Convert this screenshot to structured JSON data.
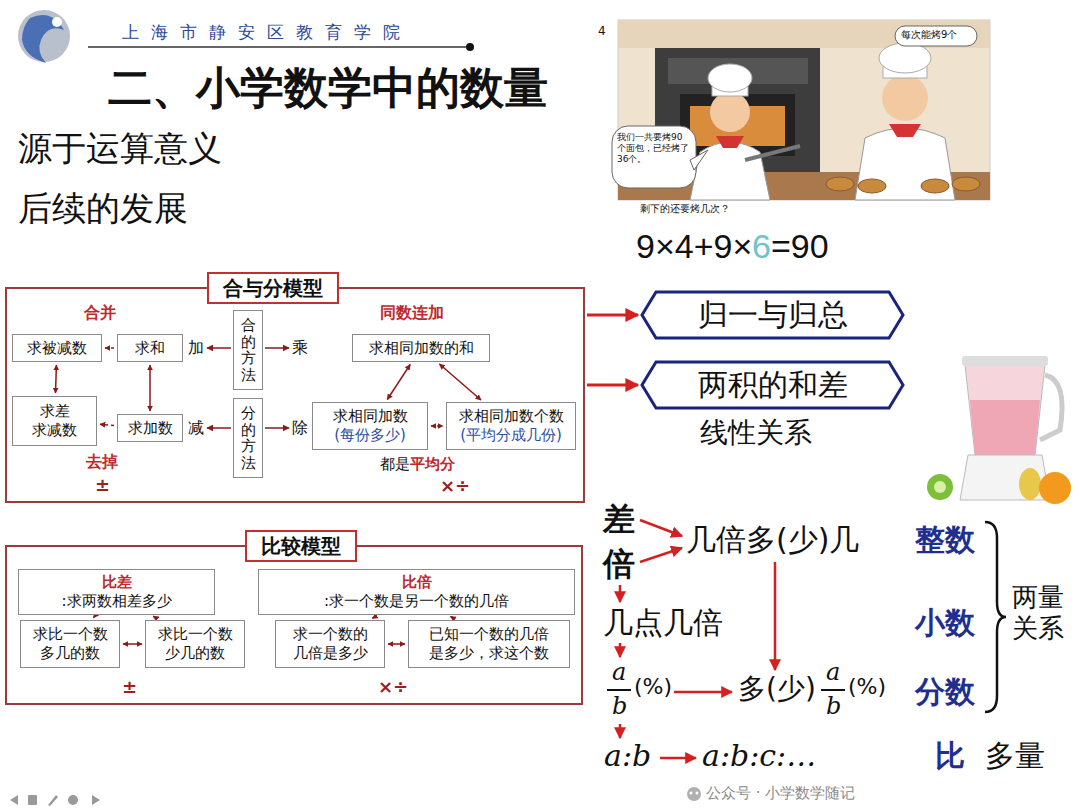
{
  "diagram": {
    "title": "二、小学数学中的数量",
    "nodes": [
      {
        "text": [
          "合与分模型"
        ]
      },
      {
        "text": [
          "求被减数"
        ],
        "in": 0
      },
      {
        "text": [
          "求和"
        ],
        "in": 0
      },
      {
        "text": [
          "合的方法"
        ],
        "in": 0
      },
      {
        "text": [
          "求相同加数的和"
        ],
        "in": 0
      },
      {
        "text": [
          "求差 求减数"
        ],
        "in": 0
      },
      {
        "text": [
          "求加数"
        ],
        "in": 0
      },
      {
        "text": [
          "分的方法"
        ],
        "in": 0
      },
      {
        "text": [
          "求相同加数",
          "(每份多少)"
        ],
        "in": 0
      },
      {
        "text": [
          "求相同加数个数",
          "(平均分成几份)"
        ],
        "in": 0
      },
      {
        "text": [
          "归一与归总"
        ]
      },
      {
        "text": [
          "两积的和差"
        ]
      },
      {
        "text": [
          "比较模型"
        ]
      },
      {
        "text": [
          "比差",
          ":求两数相差多少"
        ],
        "in": 12
      },
      {
        "text": [
          "比倍",
          ":求一个数是另一个数的几倍"
        ],
        "in": 12
      },
      {
        "text": [
          "求比一个数 多几的数"
        ],
        "in": 12
      },
      {
        "text": [
          "求比一个数 少几的数"
        ],
        "in": 12
      },
      {
        "text": [
          "求一个数的 几倍是多少"
        ],
        "in": 12
      },
      {
        "text": [
          "已知一个数的几倍 是多少，求这个数"
        ],
        "in": 12
      }
    ],
    "edges": [
      {
        "from": 2,
        "to": 1,
        "arrow": "to"
      },
      {
        "from": 2,
        "to": 6,
        "arrow": "both"
      },
      {
        "from": 1,
        "to": 5,
        "arrow": "both"
      },
      {
        "from": 6,
        "to": 5,
        "arrow": "to"
      },
      {
        "from": 4,
        "to": 8,
        "arrow": "both"
      },
      {
        "from": 4,
        "to": 9,
        "arrow": "both"
      },
      {
        "from": 8,
        "to": 9,
        "arrow": "both"
      },
      {
        "from": 0,
        "to": 10,
        "arrow": "to"
      },
      {
        "from": 0,
        "to": 11,
        "arrow": "to"
      },
      {
        "from": 13,
        "to": 15,
        "arrow": "to"
      },
      {
        "from": 16,
        "to": 13,
        "arrow": "to"
      },
      {
        "from": 15,
        "to": 16,
        "arrow": "both"
      },
      {
        "from": 14,
        "to": 17,
        "arrow": "to"
      },
      {
        "from": 18,
        "to": 14,
        "arrow": "to"
      },
      {
        "from": 17,
        "to": 18,
        "arrow": "both"
      }
    ],
    "labels": [
      "上海市静安区教育学院",
      "4",
      "源于运算意义",
      "后续的发展",
      "我们一共要烤90个面包，已经烤了36个。",
      "每次能烤9个",
      "剩下的还要烤几次？",
      "9×4+9×",
      "6",
      "=90",
      "合并",
      "加",
      "乘",
      "同数连加",
      "减",
      "除",
      "去掉",
      "±",
      "都是",
      "平均分",
      "×÷",
      "线性关系",
      "±",
      "×÷",
      "差",
      "倍",
      "几倍多(少)几",
      "整数",
      "几点几倍",
      "小数",
      "a",
      "b",
      "(%)",
      "多(少)",
      "a",
      "b",
      "(%)",
      "分数",
      "两量 关系",
      "a:b",
      "a:b:c:…",
      "比",
      "多量",
      "公众号 · 小学数学随记"
    ]
  }
}
